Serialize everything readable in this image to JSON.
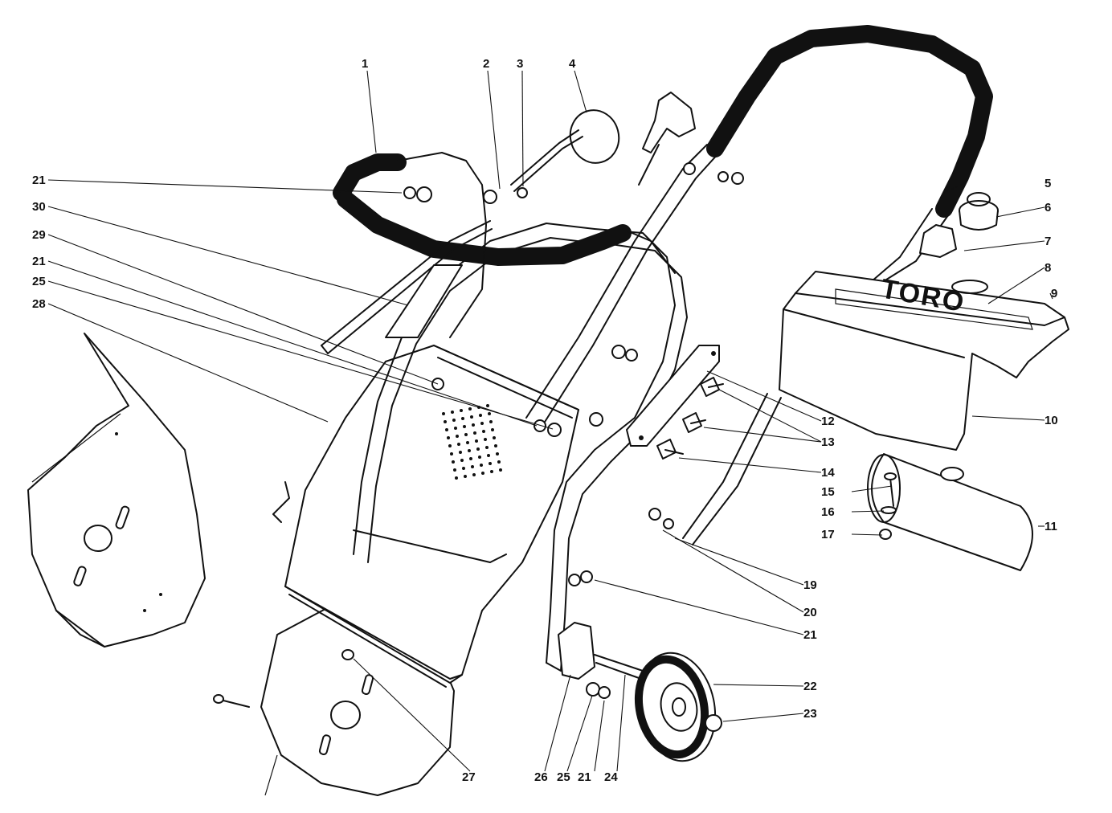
{
  "diagram": {
    "logo_text": "TORO",
    "callouts": [
      {
        "id": "c1",
        "label": "1"
      },
      {
        "id": "c2",
        "label": "2"
      },
      {
        "id": "c3",
        "label": "3"
      },
      {
        "id": "c4",
        "label": "4"
      },
      {
        "id": "c5",
        "label": "5"
      },
      {
        "id": "c6",
        "label": "6"
      },
      {
        "id": "c7",
        "label": "7"
      },
      {
        "id": "c8",
        "label": "8"
      },
      {
        "id": "c9",
        "label": "9"
      },
      {
        "id": "c10",
        "label": "10"
      },
      {
        "id": "c11",
        "label": "11"
      },
      {
        "id": "c12",
        "label": "12"
      },
      {
        "id": "c13",
        "label": "13"
      },
      {
        "id": "c14",
        "label": "14"
      },
      {
        "id": "c15",
        "label": "15"
      },
      {
        "id": "c16",
        "label": "16"
      },
      {
        "id": "c17",
        "label": "17"
      },
      {
        "id": "c19",
        "label": "19"
      },
      {
        "id": "c20",
        "label": "20"
      },
      {
        "id": "c21a",
        "label": "21"
      },
      {
        "id": "c21b",
        "label": "21"
      },
      {
        "id": "c21c",
        "label": "21"
      },
      {
        "id": "c21d",
        "label": "21"
      },
      {
        "id": "c22",
        "label": "22"
      },
      {
        "id": "c23",
        "label": "23"
      },
      {
        "id": "c24",
        "label": "24"
      },
      {
        "id": "c25a",
        "label": "25"
      },
      {
        "id": "c25b",
        "label": "25"
      },
      {
        "id": "c26",
        "label": "26"
      },
      {
        "id": "c27",
        "label": "27"
      },
      {
        "id": "c28",
        "label": "28"
      },
      {
        "id": "c29",
        "label": "29"
      },
      {
        "id": "c30",
        "label": "30"
      }
    ]
  }
}
